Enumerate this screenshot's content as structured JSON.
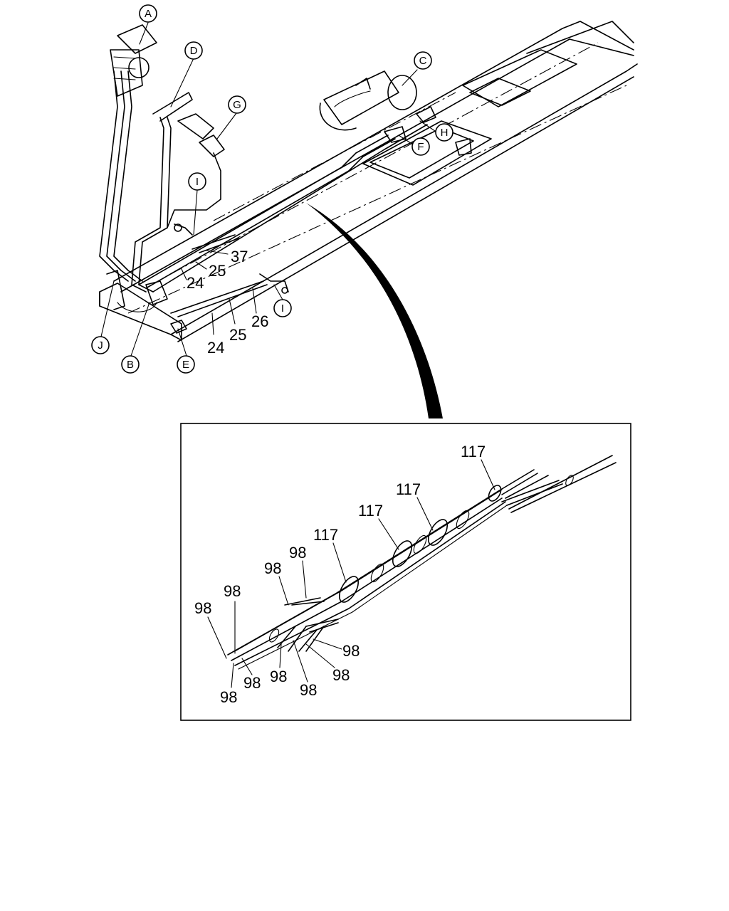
{
  "callouts": {
    "A": "A",
    "B": "B",
    "C": "C",
    "D": "D",
    "E": "E",
    "F": "F",
    "G": "G",
    "H": "H",
    "I": "I",
    "J": "J"
  },
  "part_numbers": {
    "p24": "24",
    "p25": "25",
    "p26": "26",
    "p37": "37",
    "p98": "98",
    "p117": "117"
  }
}
